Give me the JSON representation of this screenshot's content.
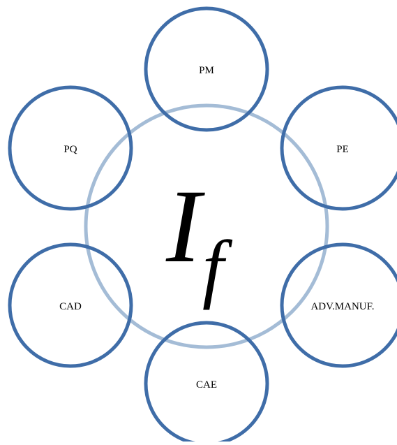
{
  "colors": {
    "outer_stroke": "#3f6da8",
    "center_stroke": "#a4bcd6",
    "background": "#ffffff"
  },
  "center": {
    "symbol": "I",
    "subscript": "f"
  },
  "nodes": {
    "pm": "PM",
    "pe": "PE",
    "pq": "PQ",
    "cad": "CAD",
    "adv_manuf": "ADV.MANUF.",
    "cae": "CAE"
  }
}
